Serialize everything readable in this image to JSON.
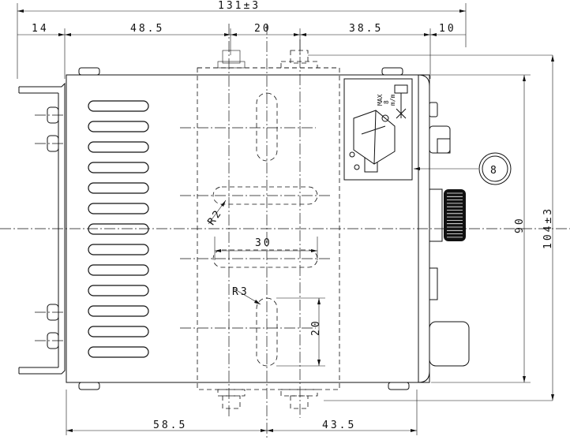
{
  "dimensions": {
    "overall_width": "131±3",
    "left_flange": "14",
    "front_offset": "48.5",
    "bracket_width": "20",
    "right_offset": "38.5",
    "right_margin": "10",
    "height_inner": "90",
    "height_overall": "104±3",
    "slot_width": "30",
    "radius_small": "R2",
    "radius_large": "R3",
    "slot_height": "20",
    "bottom_left": "58.5",
    "bottom_right": "43.5"
  },
  "label_box": {
    "max_label": "MAX",
    "max_value": "8",
    "unit": "m/m",
    "callout_number": "8"
  }
}
